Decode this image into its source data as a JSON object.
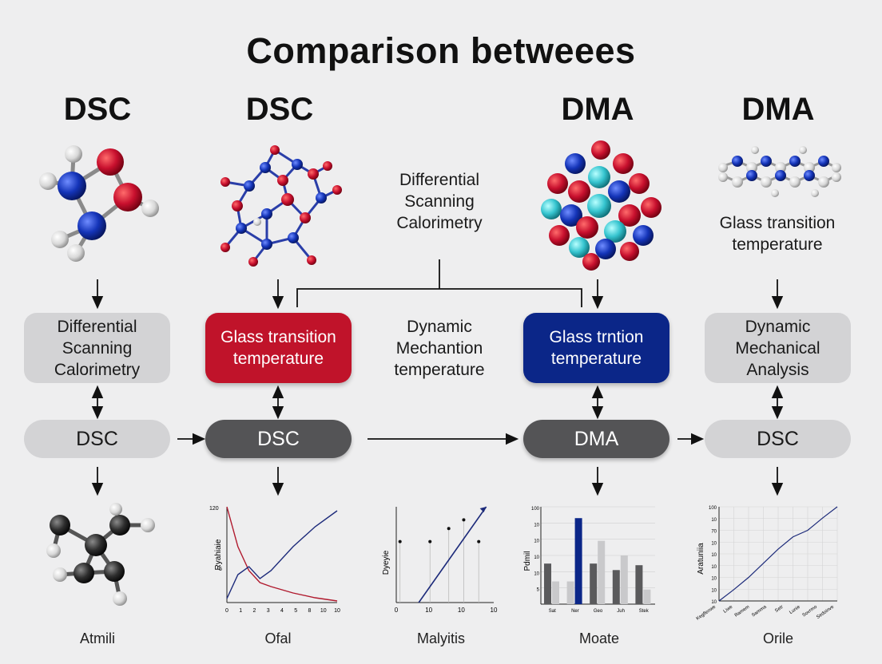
{
  "title": "Comparison betweees",
  "column_heads": [
    "DSC",
    "DSC",
    "DMA",
    "DMA"
  ],
  "center_label": [
    "Differential",
    "Scanning",
    "Calorimetry"
  ],
  "right_label": [
    "Glass transition",
    "temperature"
  ],
  "boxes": {
    "b1": [
      "Differential",
      "Scanning",
      "Calorimetry"
    ],
    "b2": [
      "Glass transition",
      "temperature"
    ],
    "b3": [
      "Dynamic",
      "Mechantion",
      "temperature"
    ],
    "b4": [
      "Glass trntion",
      "temperature"
    ],
    "b5": [
      "Dynamic",
      "Mechanical",
      "Analysis"
    ]
  },
  "pills": [
    "DSC",
    "DSC",
    "DMA",
    "DSC"
  ],
  "bottom_labels": [
    "Atmili",
    "Ofal",
    "Malyitis",
    "Moate",
    "Orile"
  ],
  "colors": {
    "red": "#c0132a",
    "blue": "#0b2688",
    "dark_pill": "#545456",
    "light": "#d3d3d5"
  },
  "chart_data": [
    {
      "type": "line",
      "ylabel": "Ryahiaie",
      "x_ticks": [
        "0",
        "1",
        "2",
        "3",
        "4",
        "5",
        "8",
        "10",
        "10"
      ],
      "y_ticks": [
        "120",
        "5"
      ],
      "series": [
        {
          "color": "#b01a2e",
          "x": [
            0,
            1,
            2,
            3,
            4,
            6,
            8,
            10
          ],
          "y": [
            120,
            70,
            40,
            25,
            20,
            12,
            6,
            2
          ]
        },
        {
          "color": "#1c2a7a",
          "x": [
            0,
            1,
            2,
            3,
            4,
            6,
            8,
            10
          ],
          "y": [
            5,
            35,
            45,
            30,
            40,
            70,
            95,
            115
          ]
        }
      ]
    },
    {
      "type": "scatter",
      "ylabel": "Dyeyie",
      "x_ticks": [
        "0",
        "10",
        "10",
        "10"
      ],
      "points": [
        [
          0.5,
          7
        ],
        [
          4.5,
          7
        ],
        [
          7,
          8.5
        ],
        [
          9,
          9.5
        ],
        [
          11,
          7
        ]
      ],
      "line": [
        [
          3,
          0
        ],
        [
          12,
          11
        ]
      ]
    },
    {
      "type": "bar",
      "ylabel": "Pdmil",
      "y_ticks": [
        "100",
        "10",
        "10",
        "10",
        "10",
        "5"
      ],
      "categories": [
        "Sat",
        "Ner",
        "Geo",
        "Juh",
        "Stek"
      ],
      "series": [
        {
          "color": "#5a5a5c",
          "values": [
            5,
            0,
            5,
            4.2,
            4.8
          ]
        },
        {
          "color": "#c9c9cb",
          "values": [
            2.8,
            2.8,
            7.8,
            6,
            1.8
          ]
        },
        {
          "color": "#0b2688",
          "values": [
            0,
            10.6,
            0,
            0,
            0
          ]
        }
      ]
    },
    {
      "type": "line",
      "ylabel": "Aratuniia",
      "y_ticks": [
        "100",
        "10",
        "70",
        "10",
        "10",
        "10",
        "10",
        "10",
        "10"
      ],
      "x_ticks": [
        "Kegflenwe",
        "Liwe",
        "Ramem",
        "Samma",
        "Setr",
        "Lunie",
        "Sovrmo",
        "Sedoinve"
      ],
      "series": [
        {
          "color": "#1c2a7a",
          "x": [
            0,
            1,
            2,
            3,
            4,
            5,
            6,
            7,
            8
          ],
          "y": [
            0,
            12,
            25,
            40,
            55,
            68,
            75,
            88,
            100
          ]
        }
      ]
    }
  ]
}
